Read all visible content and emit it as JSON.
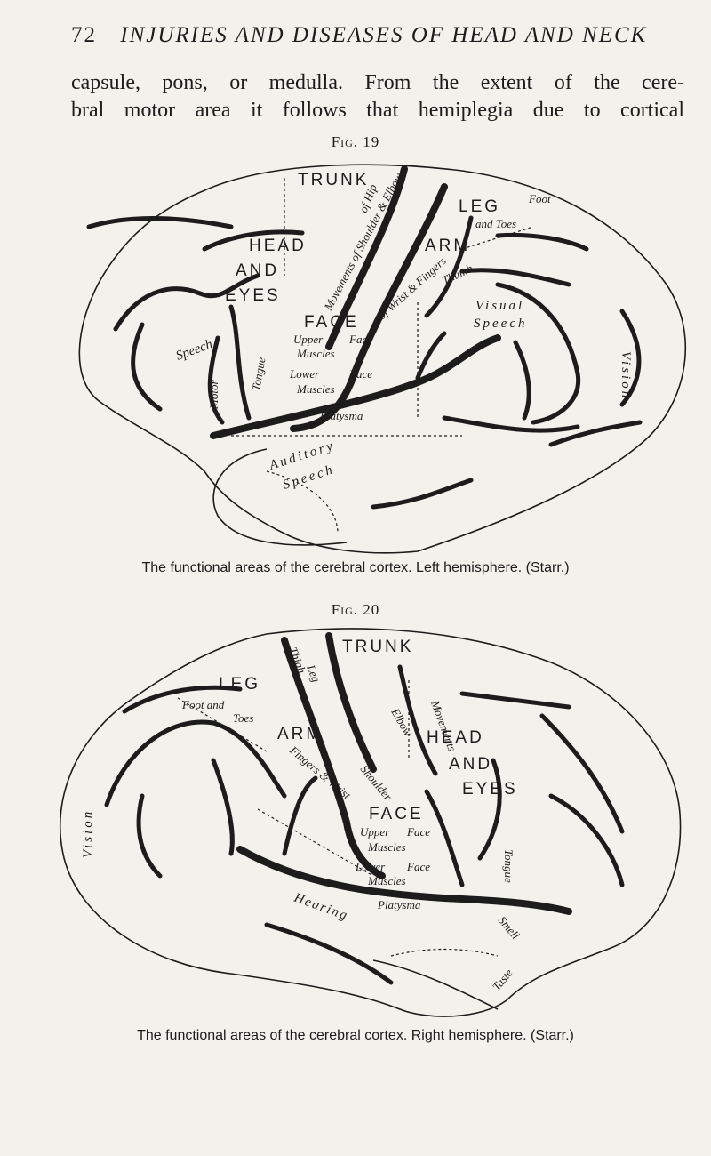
{
  "header": {
    "page_number": "72",
    "running_title": "INJURIES AND DISEASES OF HEAD AND NECK"
  },
  "body_text": {
    "line1": "capsule, pons, or medulla.  From the extent of the cere-",
    "line2": "bral motor area it follows that hemiplegia due to cortical"
  },
  "figure19": {
    "label": "Fig. 19",
    "caption": "The functional areas of the cerebral cortex.  Left hemisphere.  (Starr.)",
    "labels": {
      "trunk": "TRUNK",
      "leg": "LEG",
      "foot": "Foot",
      "and_toes": "and Toes",
      "arm": "ARM",
      "head": "HEAD",
      "and": "AND",
      "eyes": "EYES",
      "face": "FACE",
      "upper": "Upper",
      "muscles_upper": "Muscles",
      "face_small": "Face",
      "lower": "Lower",
      "face_small2": "Face",
      "muscles_lower": "Muscles",
      "platysma": "Platysma",
      "speech_motor": "Speech",
      "motor": "Motor",
      "tongue": "Tongue",
      "visual": "Visual",
      "speech_visual": "Speech",
      "vision": "Vision",
      "auditory": "Auditory",
      "speech_auditory": "Speech",
      "thigh_knee": "Movements of Shoulder & Elbow",
      "wrist": "of Wrist & Fingers",
      "thumb": "Thumb",
      "hip": "of Hip"
    }
  },
  "figure20": {
    "label": "Fig. 20",
    "caption": "The functional areas of the cerebral cortex.  Right hemisphere.  (Starr.)",
    "labels": {
      "trunk": "TRUNK",
      "leg": "LEG",
      "foot_and": "Foot and",
      "toes": "Toes",
      "arm": "ARM",
      "head": "HEAD",
      "and": "AND",
      "eyes": "EYES",
      "face": "FACE",
      "upper": "Upper",
      "muscles_upper": "Muscles",
      "face_small": "Face",
      "lower": "Lower",
      "face_small2": "Face",
      "muscles_lower": "Muscles",
      "platysma": "Platysma",
      "hearing": "Hearing",
      "vision": "Vision",
      "tongue": "Tongue",
      "smell": "Smell",
      "taste": "Taste",
      "thigh": "Thigh",
      "leg_small": "Leg",
      "movements": "Movements",
      "fingers": "Fingers & Wrist",
      "elbow": "Elbow",
      "shoulder": "Shoulder"
    }
  }
}
